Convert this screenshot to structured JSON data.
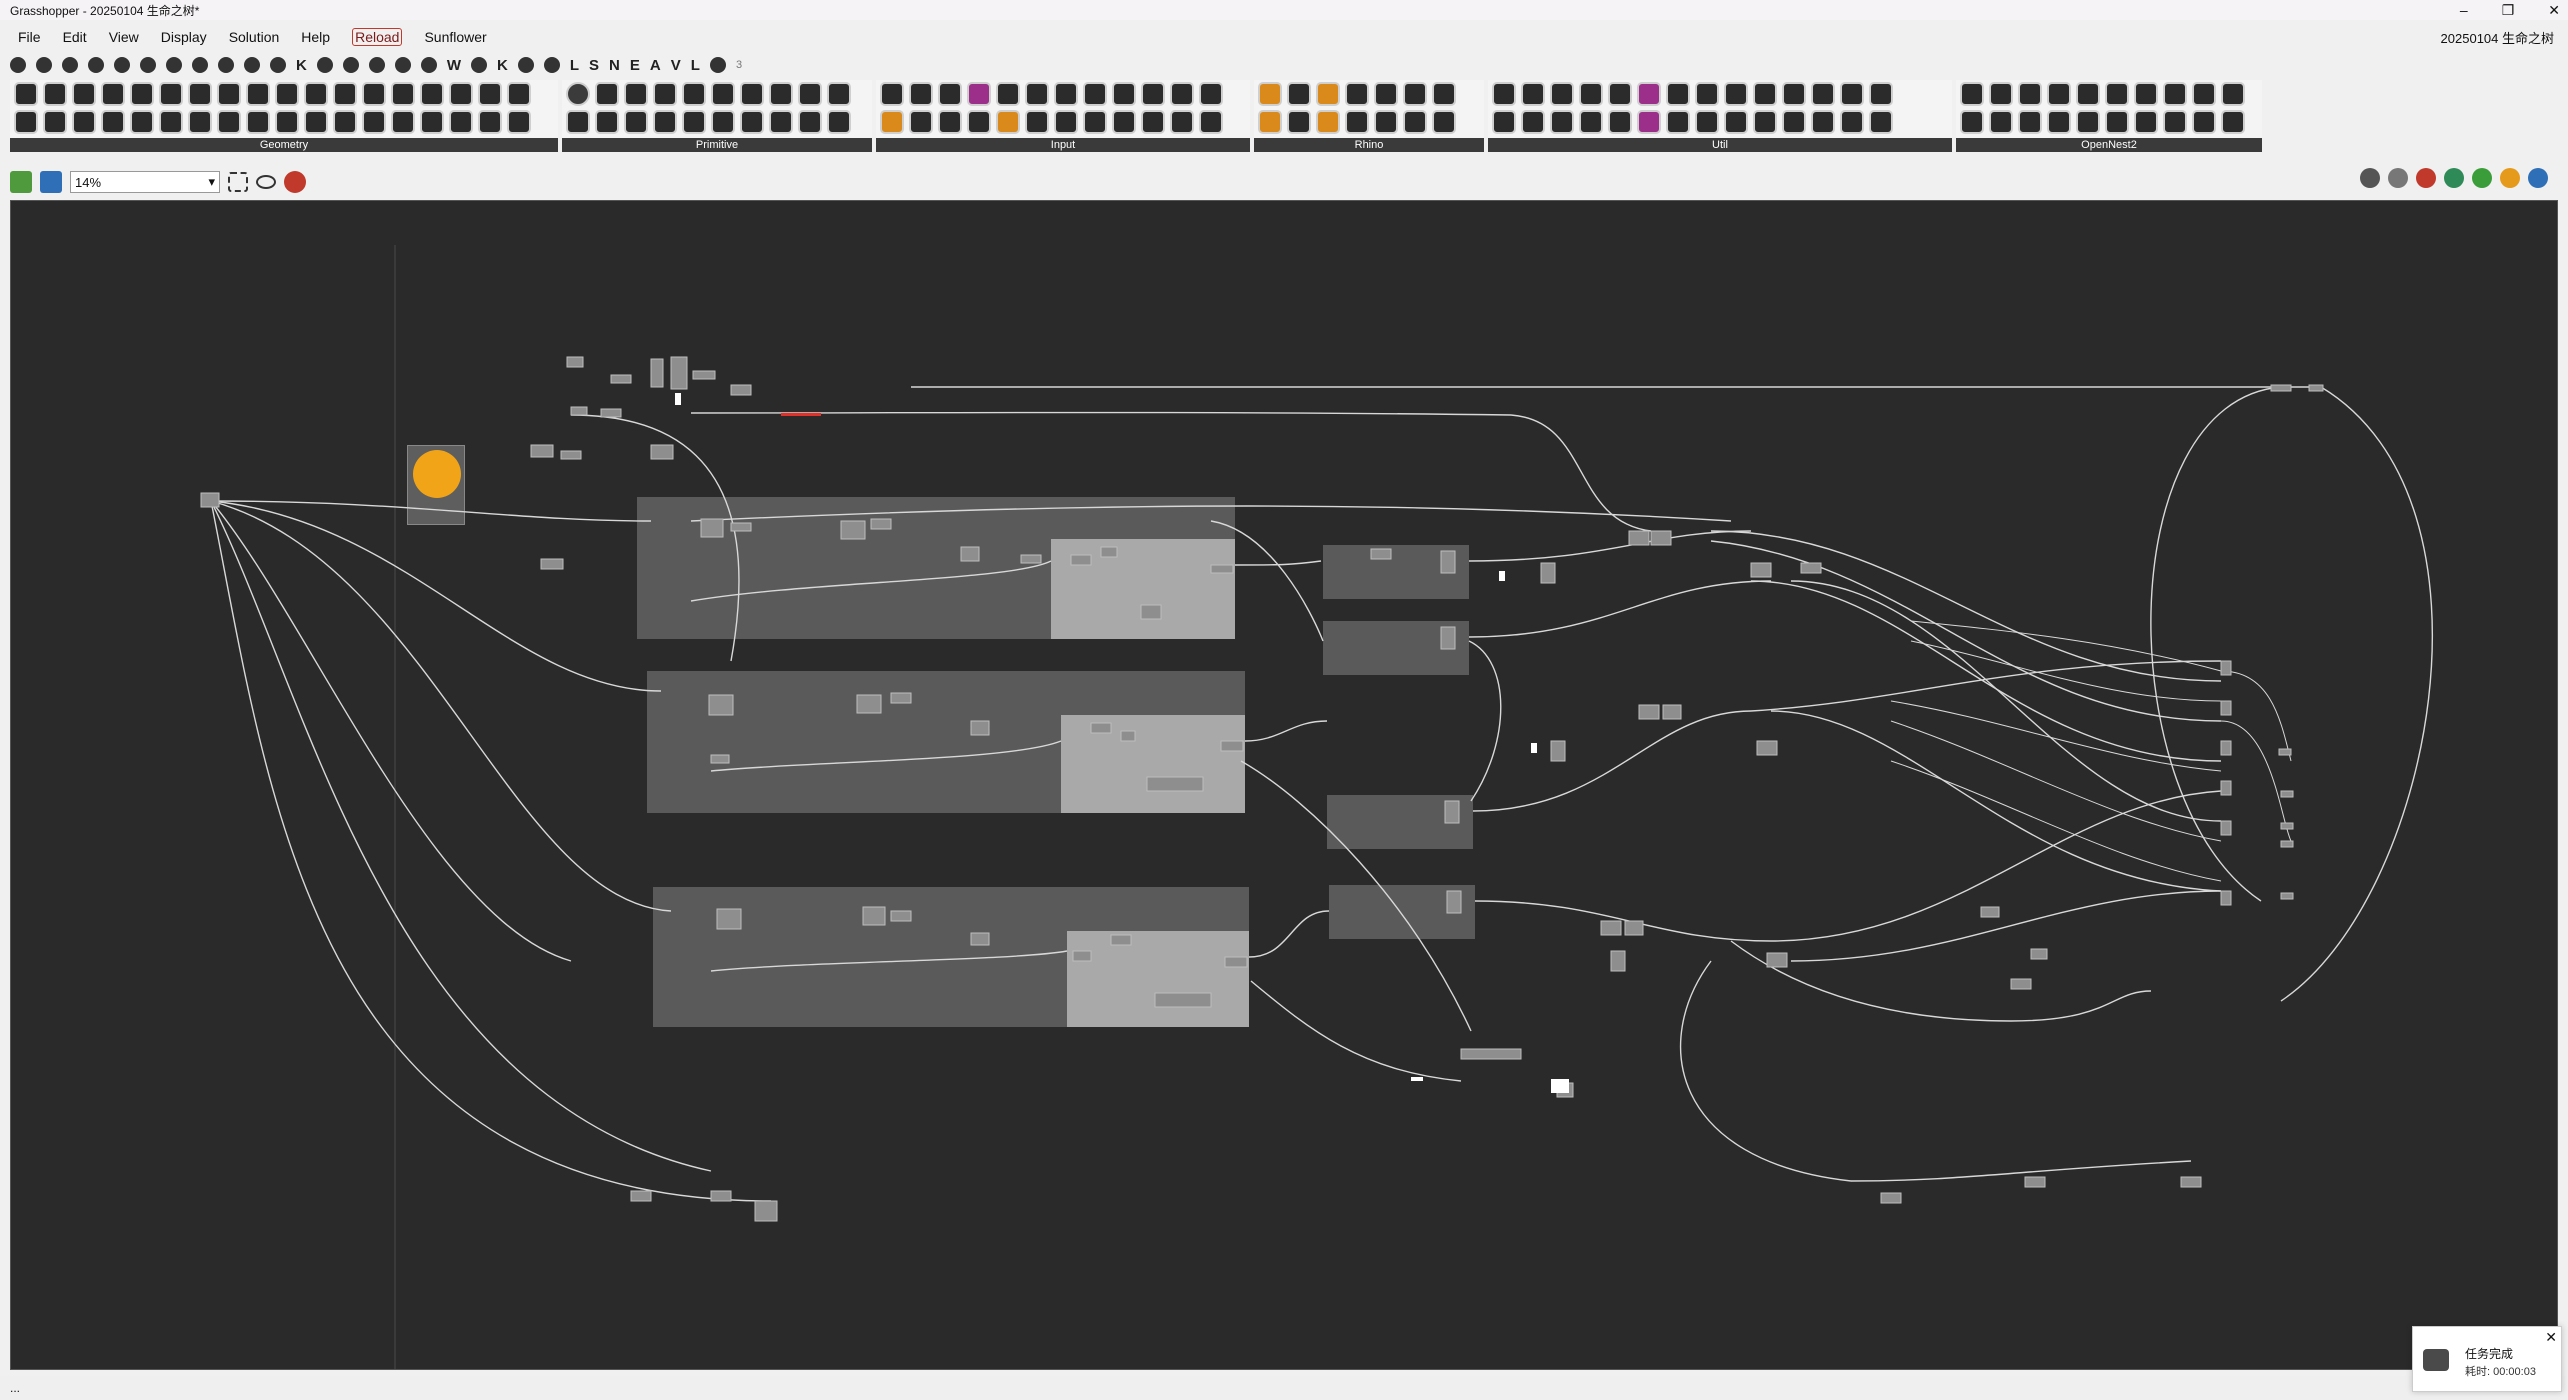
{
  "window": {
    "title": "Grasshopper - 20250104 生命之树*",
    "minimize": "–",
    "maximize": "❐",
    "close": "✕"
  },
  "menu": {
    "items": [
      "File",
      "Edit",
      "View",
      "Display",
      "Solution",
      "Help",
      "Reload",
      "Sunflower"
    ],
    "doc_name": "20250104 生命之树"
  },
  "tabs_row": {
    "letters": [
      "K",
      "W",
      "K",
      "L",
      "S",
      "N",
      "E",
      "A",
      "V",
      "L"
    ],
    "count": "3"
  },
  "ribbon": {
    "groups": [
      {
        "title": "Geometry"
      },
      {
        "title": "Primitive"
      },
      {
        "title": "Input"
      },
      {
        "title": "Rhino"
      },
      {
        "title": "Util"
      },
      {
        "title": "OpenNest2"
      }
    ]
  },
  "toolbar": {
    "zoom": "14%"
  },
  "toast": {
    "title": "任务完成",
    "time": "耗时: 00:00:03",
    "close": "✕"
  },
  "status": {
    "text": "..."
  },
  "colors": {
    "canvas": "#2a2a2a",
    "group_dark": "#5a5a5a",
    "group_light": "#a9a9a9",
    "wire": "#d8d8d8",
    "accent": "#f1a418"
  }
}
